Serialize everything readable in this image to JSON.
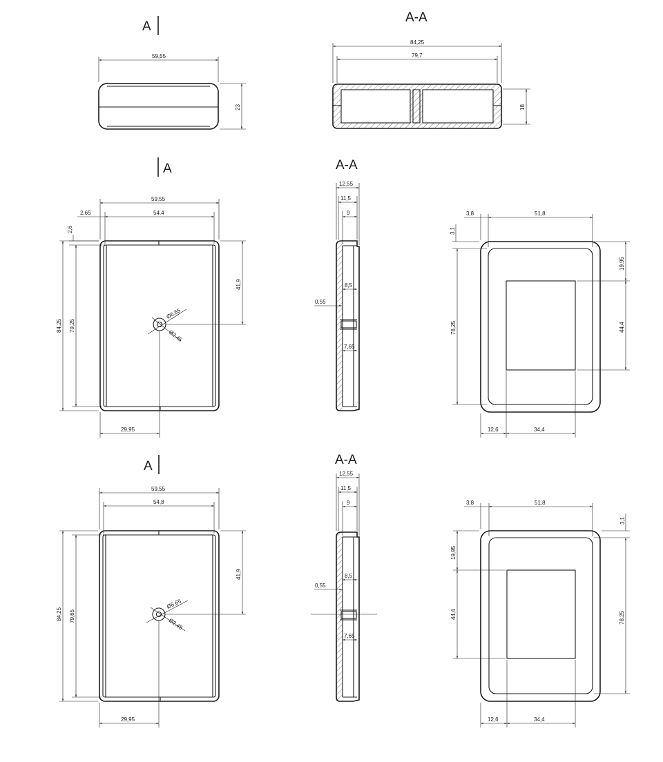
{
  "titles": {
    "a_top": "A",
    "aa_top": "A-A",
    "a_mid": "A",
    "aa_mid": "A-A",
    "a_bot": "A",
    "aa_bot": "A-A"
  },
  "top_side": {
    "width": "59,55",
    "height": "23"
  },
  "top_section": {
    "outer": "84,25",
    "inner": "79,7",
    "height": "18"
  },
  "mid_front": {
    "width": "59,55",
    "inner": "54,4",
    "edge": "2,65",
    "top": "2,6",
    "outer_h": "84,25",
    "inner_h": "79,25",
    "upper": "41,9",
    "hole_outer": "Ø6,65",
    "hole_inner": "Ø2,45",
    "half": "29,95"
  },
  "mid_section": {
    "w1": "12,55",
    "w2": "11,5",
    "w3": "9",
    "w4": "8,5",
    "wall": "0,55",
    "w5": "7,65"
  },
  "mid_back": {
    "edge": "3,8",
    "width": "51,8",
    "top": "3,1",
    "upper": "19,95",
    "height": "78,25",
    "window_h": "44,4",
    "left": "12,6",
    "window_w": "34,4"
  },
  "bot_front": {
    "width": "59,55",
    "inner": "54,8",
    "outer_h": "84,25",
    "inner_h": "79,65",
    "upper": "41,9",
    "hole_outer": "Ø6,65",
    "hole_inner": "Ø2,45",
    "half": "29,95"
  },
  "bot_section": {
    "w1": "12,55",
    "w2": "11,5",
    "w3": "9",
    "w4": "8,5",
    "wall": "0,55",
    "w5": "7,65"
  },
  "bot_back": {
    "edge": "3,8",
    "width": "51,8",
    "top": "3,1",
    "upper": "19,95",
    "height": "78,25",
    "window_h": "44,4",
    "left": "12,6",
    "window_w": "34,4"
  }
}
